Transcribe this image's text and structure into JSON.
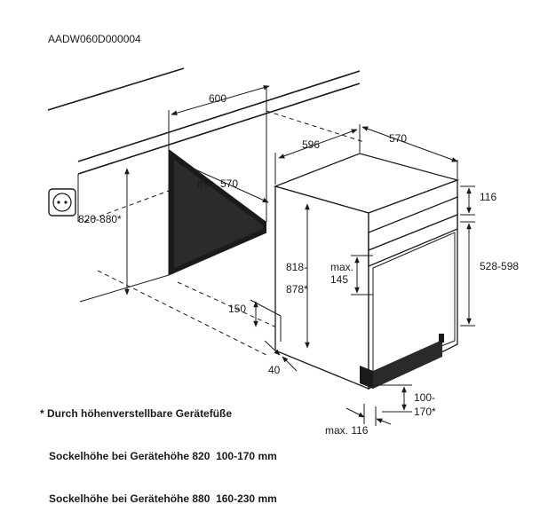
{
  "header": {
    "code": "AADW060D000004"
  },
  "dimensions": {
    "niche_width": "600",
    "niche_depth": "min. 570",
    "niche_height": "820-880*",
    "unit_depth": "596",
    "unit_width": "570",
    "top_panel": "116",
    "front_panel_range": "528-598",
    "max_label": "max.",
    "max_value": "145",
    "unit_height_1": "818-",
    "unit_height_2": "878*",
    "plinth_setback": "150",
    "plinth_depth": "40",
    "foot_range_1": "100-",
    "foot_range_2": "170*",
    "bottom_max": "max. 116"
  },
  "notes": {
    "line1": "* Durch höhenverstellbare Gerätefüße",
    "line2": "Sockelhöhe bei Gerätehöhe 820  100-170 mm",
    "line3": "Sockelhöhe bei Gerätehöhe 880  160-230 mm"
  }
}
